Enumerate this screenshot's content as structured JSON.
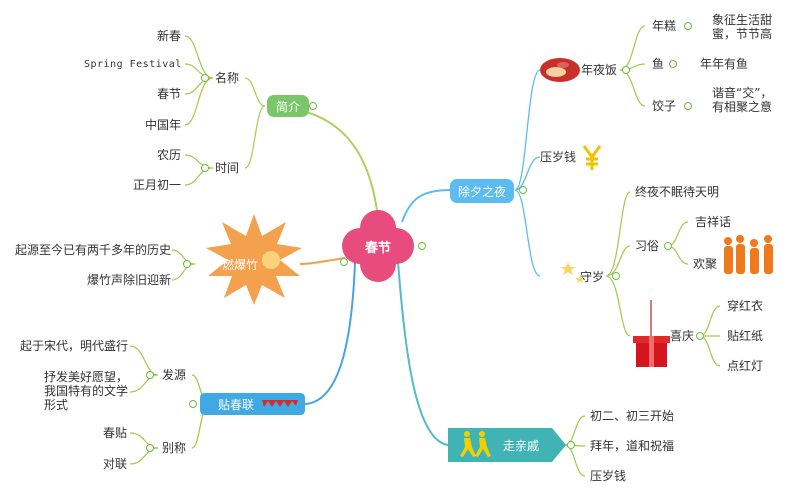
{
  "center": {
    "label": "春节"
  },
  "colors": {
    "center_fill": "#e84c7d",
    "intro_fill": "#7bc66b",
    "intro_line": "#a9d25c",
    "firecracker_fill": "#f4a14e",
    "firecracker_line": "#f4a14e",
    "couplet_fill": "#3fa9e4",
    "couplet_line": "#4aa3df",
    "eve_fill": "#5bbcef",
    "eve_line": "#5bbcef",
    "visit_fill": "#40b4b4",
    "visit_line": "#55b9cf",
    "leaf_line": "#a5c94b",
    "toggle": "#6cbe3a"
  },
  "intro": {
    "label": "简介",
    "name": {
      "label": "名称",
      "items": [
        "新春",
        "Spring Festival",
        "春节",
        "中国年"
      ]
    },
    "time": {
      "label": "时间",
      "items": [
        "农历",
        "正月初一"
      ]
    }
  },
  "firecracker": {
    "label": "燃爆竹",
    "items": [
      "起源至今已有两千多年的历史",
      "爆竹声除旧迎新"
    ]
  },
  "couplet": {
    "label": "贴春联",
    "origin": {
      "label": "发源",
      "items": [
        "起于宋代，明代盛行",
        "抒发美好愿望，我国特有的文学形式"
      ]
    },
    "alias": {
      "label": "别称",
      "items": [
        "春贴",
        "对联"
      ]
    }
  },
  "eve": {
    "label": "除夕之夜",
    "dinner": {
      "label": "年夜饭",
      "items": [
        {
          "label": "年糕",
          "detail": "象征生活甜蜜，节节高"
        },
        {
          "label": "鱼",
          "detail": "年年有鱼"
        },
        {
          "label": "饺子",
          "detail": "谐音“交”，有相聚之意"
        }
      ]
    },
    "money": {
      "label": "压岁钱"
    },
    "vigil": {
      "label": "守岁",
      "stay_up": "终夜不眠待天明",
      "custom": {
        "label": "习俗",
        "items": [
          "吉祥话",
          "欢聚"
        ]
      },
      "festive": {
        "label": "喜庆",
        "items": [
          "穿红衣",
          "贴红纸",
          "点红灯"
        ]
      }
    }
  },
  "visit": {
    "label": "走亲戚",
    "items": [
      "初二、初三开始",
      "拜年，道和祝福",
      "压岁钱"
    ]
  }
}
